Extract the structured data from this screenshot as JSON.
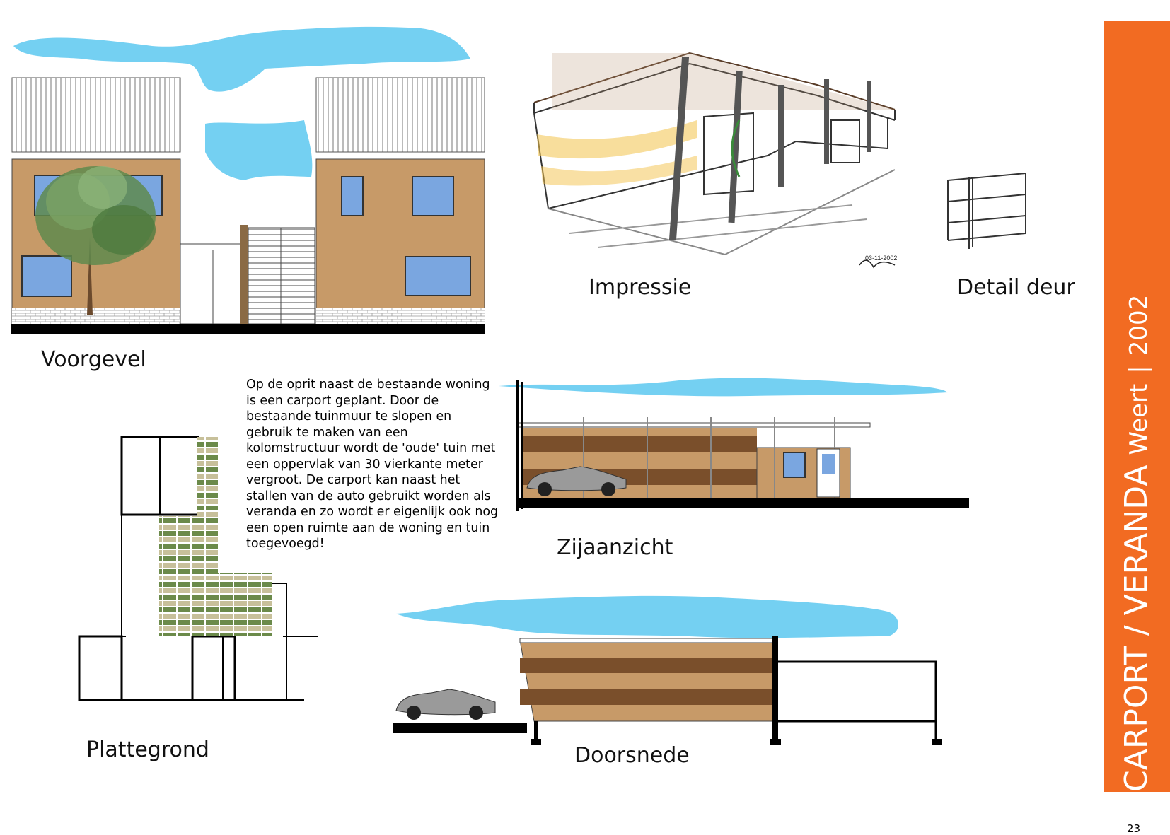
{
  "labels": {
    "voorgevel": "Voorgevel",
    "impressie": "Impressie",
    "detail_deur": "Detail deur",
    "zijaanzicht": "Zijaanzicht",
    "plattegrond": "Plattegrond",
    "doorsnede": "Doorsnede"
  },
  "description": "Op de oprit naast de bestaande woning is een carport geplant. Door de bestaande tuinmuur te slopen en gebruik te maken van een kolomstructuur wordt de 'oude' tuin met een oppervlak van 30 vierkante meter vergroot. De carport kan naast het stallen van de auto gebruikt worden als veranda en zo wordt er eigenlijk ook nog een open ruimte aan de woning en tuin toegevoegd!",
  "sidebar": {
    "title": "CARPORT / VERANDA",
    "location": "Weert",
    "separator": "|",
    "year": "2002"
  },
  "sketch_signature": "03-11-2002",
  "page_number": "23",
  "colors": {
    "accent": "#f26b22",
    "brick": "#c79a68",
    "brown_stripe": "#7a4f2b",
    "window": "#7aa6e0",
    "sky": "#5cc8f0"
  }
}
